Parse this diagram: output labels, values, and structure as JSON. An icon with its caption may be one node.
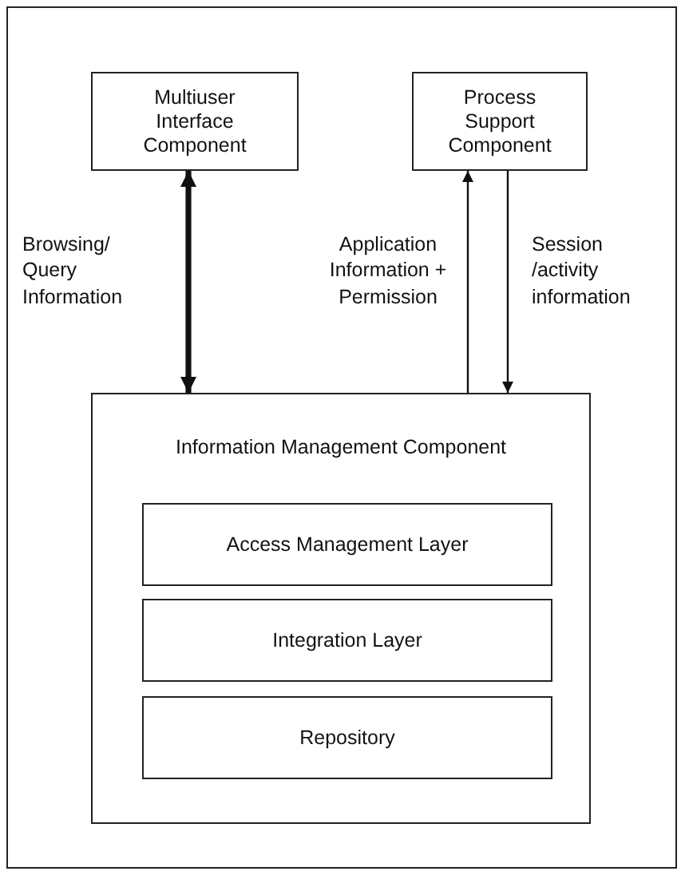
{
  "diagram": {
    "nodes": [
      {
        "text": [
          "Multiuser Interface Component"
        ]
      },
      {
        "text": [
          "Process Support Component"
        ]
      },
      {
        "text": [
          "Information Management Component"
        ]
      },
      {
        "text": [
          "Access Management Layer"
        ],
        "in": 2
      },
      {
        "text": [
          "Integration Layer"
        ],
        "in": 2
      },
      {
        "text": [
          "Repository"
        ],
        "in": 2
      }
    ],
    "edges": [
      {
        "from": 0,
        "to": 2,
        "arrow": "both",
        "label": "Browsing/ Query Information",
        "style": "thick"
      },
      {
        "from": 2,
        "to": 1,
        "arrow": "to",
        "label": "Application Information + Permission"
      },
      {
        "from": 1,
        "to": 2,
        "arrow": "to",
        "label": "Session /activity information"
      }
    ]
  }
}
